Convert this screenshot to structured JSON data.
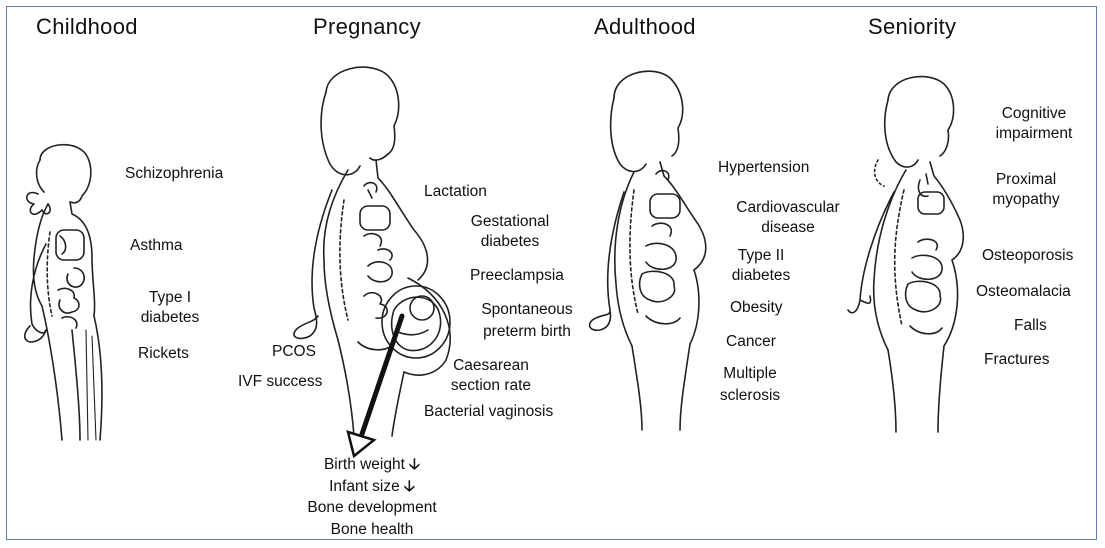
{
  "stages": [
    {
      "title": "Childhood"
    },
    {
      "title": "Pregnancy"
    },
    {
      "title": "Adulthood"
    },
    {
      "title": "Seniority"
    }
  ],
  "childhood": {
    "conditions": [
      "Schizophrenia",
      "Asthma",
      "Type I",
      "diabetes",
      "Rickets"
    ]
  },
  "pregnancy": {
    "conditions_right": [
      "Lactation",
      "Gestational",
      "diabetes",
      "Preeclampsia",
      "Spontaneous",
      "preterm birth",
      "Caesarean",
      "section rate",
      "Bacterial vaginosis"
    ],
    "conditions_left": [
      "PCOS",
      "IVF success"
    ],
    "outcomes": [
      "Birth weight",
      "Infant size",
      "Bone development",
      "Bone health"
    ],
    "down_arrow": "🡣"
  },
  "adulthood": {
    "conditions": [
      "Hypertension",
      "Cardiovascular",
      "disease",
      "Type II",
      "diabetes",
      "Obesity",
      "Cancer",
      "Multiple",
      "sclerosis"
    ]
  },
  "seniority": {
    "conditions": [
      "Cognitive",
      "impairment",
      "Proximal",
      "myopathy",
      "Osteoporosis",
      "Osteomalacia",
      "Falls",
      "Fractures"
    ]
  },
  "colors": {
    "frame": "#5a7fa8",
    "line": "#222222"
  }
}
